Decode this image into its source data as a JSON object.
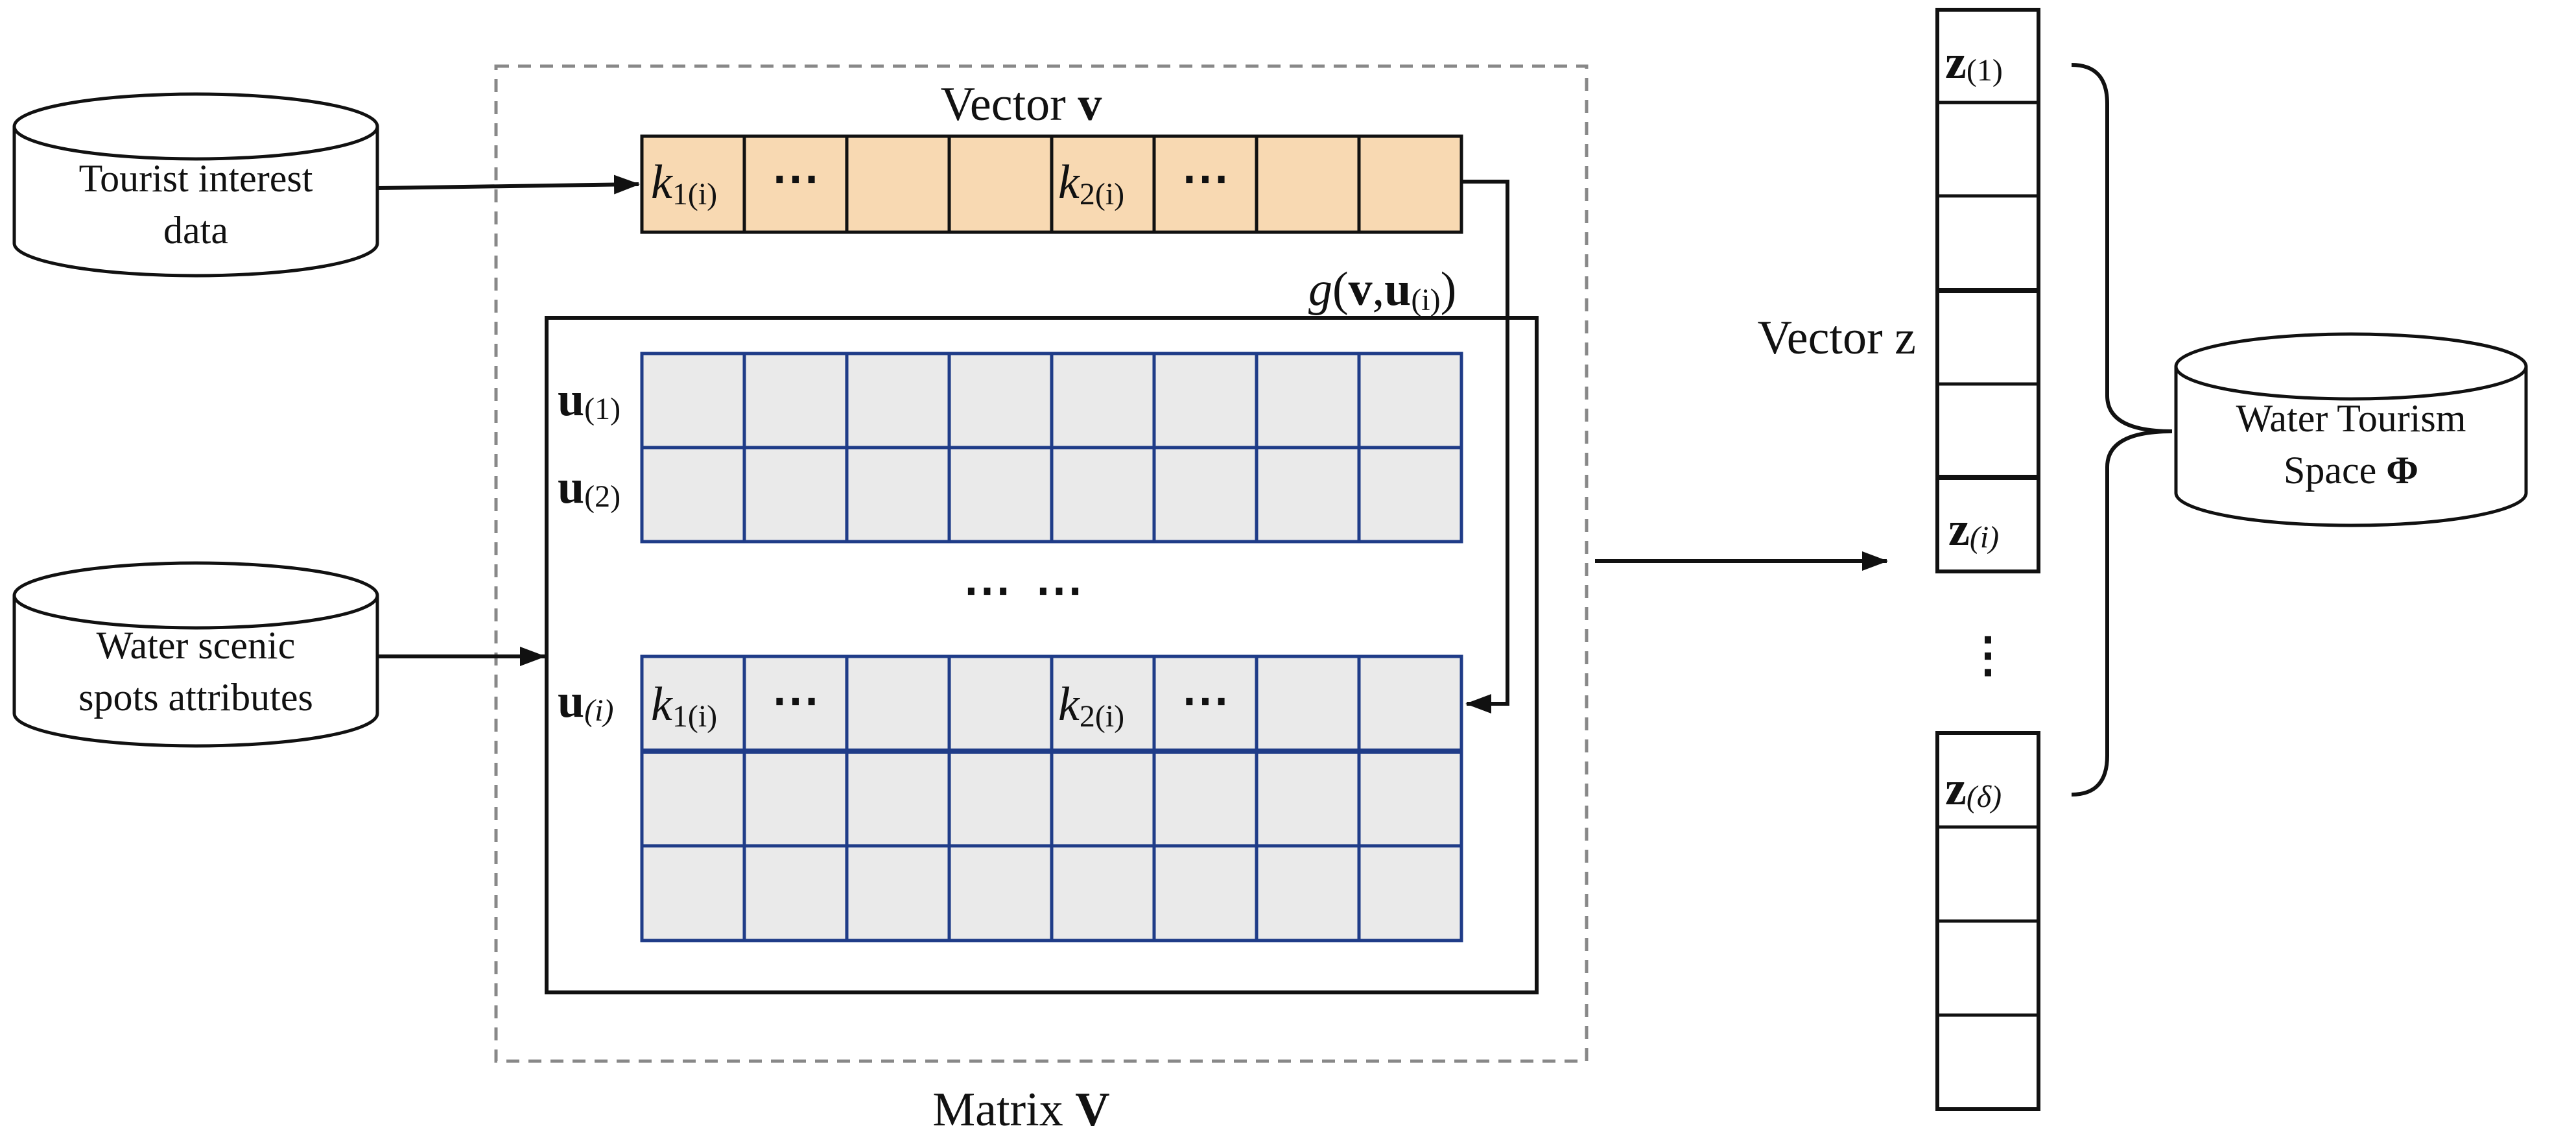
{
  "colors": {
    "vector_v_fill": "#F8D9B2",
    "matrix_cell_fill": "#EAEAEA",
    "matrix_grid": "#1F3C88",
    "line": "#111111",
    "dashed": "#888888"
  },
  "cylinders": {
    "tourist": {
      "line1": "Tourist interest",
      "line2": "data"
    },
    "water": {
      "line1": "Water scenic",
      "line2": "spots attributes"
    },
    "space": {
      "line1": "Water Tourism",
      "line2_text": "Space ",
      "line2_symbol": "Φ"
    }
  },
  "vector_v": {
    "title_text": "Vector ",
    "title_symbol": "v",
    "cell1_k": "k",
    "cell1_sub": "1(i)",
    "dots": "⋯",
    "cell5_k": "k",
    "cell5_sub": "2(i)"
  },
  "g_label": {
    "g": "g",
    "open": "(",
    "v": "v",
    "comma": ",",
    "u": "u",
    "u_sub": "(i)",
    "close": ")"
  },
  "matrix": {
    "title_text": "Matrix ",
    "title_symbol": "V",
    "row_u1": {
      "u": "u",
      "sub": "(1)"
    },
    "row_u2": {
      "u": "u",
      "sub": "(2)"
    },
    "row_ui": {
      "u": "u",
      "sub": "(i)"
    },
    "middle_dots": "⋯  ⋯",
    "k1": "k",
    "k1_sub": "1(i)",
    "k2": "k",
    "k2_sub": "2(i)",
    "dots": "⋯"
  },
  "vector_z": {
    "title_text": "Vector ",
    "title_symbol": "z",
    "z1": {
      "z": "z",
      "sub": "(1)"
    },
    "zi": {
      "z": "z",
      "sub": "(i)"
    },
    "zd": {
      "z": "z",
      "sub": "(δ)"
    },
    "vdots": "⋮"
  }
}
